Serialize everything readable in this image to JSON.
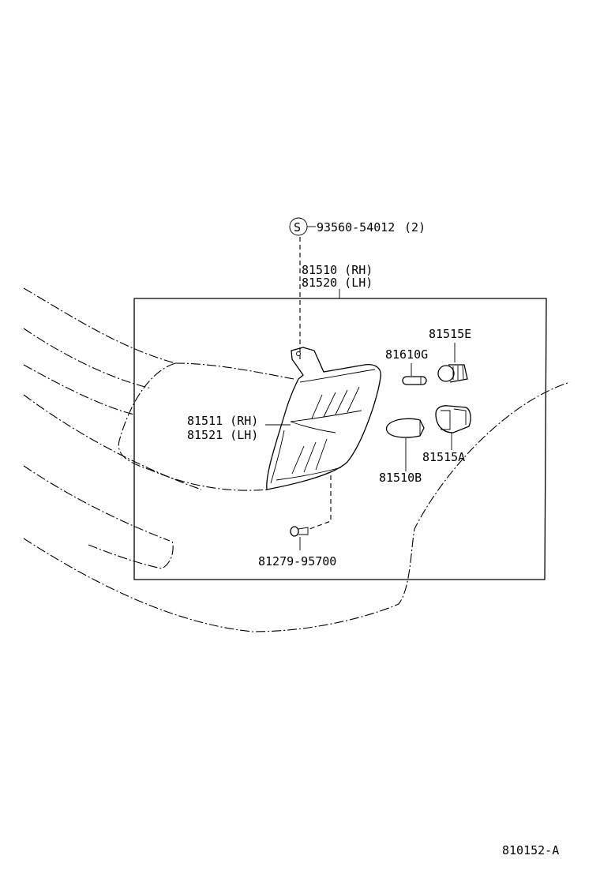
{
  "callouts": {
    "bolt_symbol": "S",
    "bolt_part": "93560-54012",
    "bolt_qty": "(2)",
    "lamp_assy_rh": "81510 (RH)",
    "lamp_assy_lh": "81520 (LH)",
    "lens_rh": "81511 (RH)",
    "lens_lh": "81521 (LH)",
    "bulb_small": "81610G",
    "socket_small": "81515E",
    "socket_large": "81515A",
    "bulb_large": "81510B",
    "screw": "81279-95700"
  },
  "figure_id": "810152-A"
}
